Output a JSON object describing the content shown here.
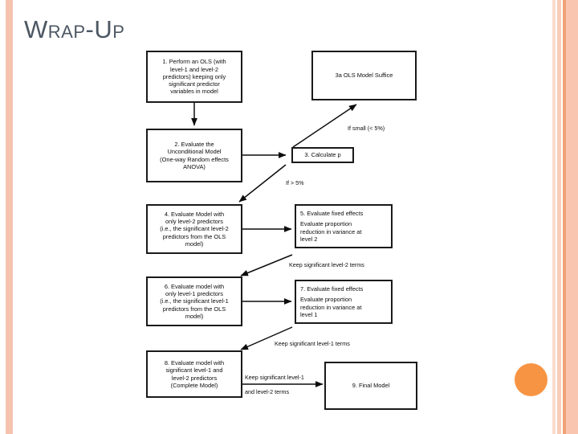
{
  "slide": {
    "title": "Wrap-Up",
    "title_color": "#4c5763",
    "background": "#ffffff",
    "accent_orange": "#f79443",
    "accent_salmon": "#f6c3af"
  },
  "flowchart": {
    "type": "diagram",
    "nodes": [
      {
        "id": "n1",
        "label": "1.  Perform an OLS (with level-1 and level-2 predictors) keeping only significant predictor variables in model",
        "lines": [
          "1.  Perform an OLS (with",
          "level-1 and level-2",
          "predictors) keeping only",
          "significant predictor",
          "variables in model"
        ]
      },
      {
        "id": "n2",
        "label": "2. Evaluate the Unconditional Model (One-way Random effects ANOVA)",
        "lines": [
          "2. Evaluate the",
          "Unconditional Model",
          "(One-way Random effects",
          "ANOVA)"
        ]
      },
      {
        "id": "n3",
        "label": "3. Calculate p",
        "lines": [
          "3. Calculate p"
        ]
      },
      {
        "id": "n3a",
        "label": "3a OLS Model Suffice",
        "lines": [
          "3a OLS Model Suffice"
        ]
      },
      {
        "id": "n4",
        "label": "4. Evaluate Model with only level-2 predictors (i.e., the significant level-2 predictors from the OLS model)",
        "lines": [
          "4. Evaluate Model with",
          "only level-2 predictors",
          "(i.e., the significant level-2",
          "predictors from the OLS",
          "model)"
        ]
      },
      {
        "id": "n5",
        "label": "5. Evaluate fixed effects  Evaluate proportion reduction in variance at level 2",
        "lines": [
          "5. Evaluate fixed effects",
          "",
          "Evaluate proportion",
          "reduction in variance at",
          "level 2"
        ]
      },
      {
        "id": "n6",
        "label": "6. Evaluate model with only level-1 predictors (i.e., the significant level-1 predictors from the OLS model)",
        "lines": [
          "6. Evaluate model with",
          "only level-1 predictors",
          "(i.e., the significant level-1",
          "predictors from the OLS",
          "model)"
        ]
      },
      {
        "id": "n7",
        "label": "7. Evaluate fixed effects  Evaluate proportion reduction in variance at level 1",
        "lines": [
          "7. Evaluate fixed effects",
          "",
          "Evaluate proportion",
          "reduction in variance at",
          "level 1"
        ]
      },
      {
        "id": "n8",
        "label": "8. Evaluate model with significant level-1 and level-2 predictors (Complete Model)",
        "lines": [
          "8. Evaluate model with",
          "significant level-1 and",
          "level-2 predictors",
          "(Complete Model)"
        ]
      },
      {
        "id": "n9",
        "label": "9. Final Model",
        "lines": [
          "9. Final Model"
        ]
      }
    ],
    "edge_labels": [
      {
        "id": "e-small",
        "text": "If small (< 5%)"
      },
      {
        "id": "e-gt5",
        "text": "If > 5%"
      },
      {
        "id": "e-keep2",
        "text": "Keep significant level-2 terms"
      },
      {
        "id": "e-keep1",
        "text": "Keep significant level-1 terms"
      },
      {
        "id": "e-keep-both-a",
        "text": "Keep significant level-1"
      },
      {
        "id": "e-keep-both-b",
        "text": "and level-2 terms"
      }
    ]
  }
}
